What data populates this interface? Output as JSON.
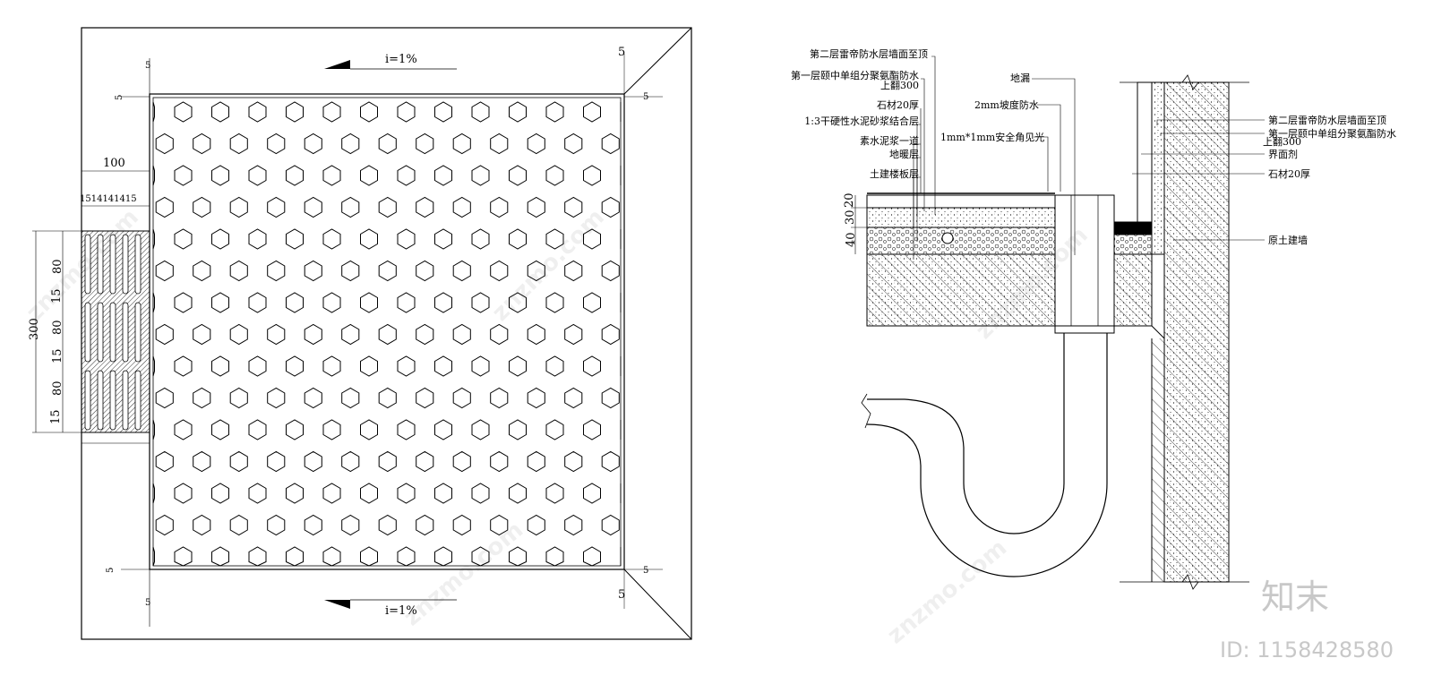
{
  "plan": {
    "slope_top": "i=1%",
    "slope_bottom": "i=1%",
    "dim_5_a": "5",
    "dim_5_b": "5",
    "dim_5_c": "5",
    "dim_5_d": "5",
    "dim_5_e": "5",
    "dim_5_f": "5",
    "dim_5_g": "5",
    "dim_5_h": "5",
    "channel_width": "100",
    "channel_segments": "1514141415",
    "channel_height": "300",
    "channel_parts": [
      "80",
      "15",
      "80",
      "15",
      "80",
      "15"
    ]
  },
  "section": {
    "labels_left": [
      "第二层雷帝防水层墙面至顶",
      "第一层颐中单组分聚氨酯防水",
      "上翻300",
      "石材20厚",
      "1:3干硬性水泥砂浆结合层",
      "素水泥浆一道",
      "地暖层",
      "土建楼板层"
    ],
    "label_drain": "地漏",
    "label_slope_waterproof": "2mm坡度防水",
    "label_chamfer": "1mm*1mm安全角见光",
    "labels_right": [
      "第二层雷帝防水层墙面至顶",
      "第一层颐中单组分聚氨酯防水",
      "上翻300",
      "界面剂",
      "石材20厚",
      "原土建墙"
    ],
    "layer_dims": [
      "20",
      "30",
      "40"
    ]
  },
  "watermark": {
    "logo": "知末",
    "id": "ID: 1158428580",
    "site": "znzmo.com"
  }
}
